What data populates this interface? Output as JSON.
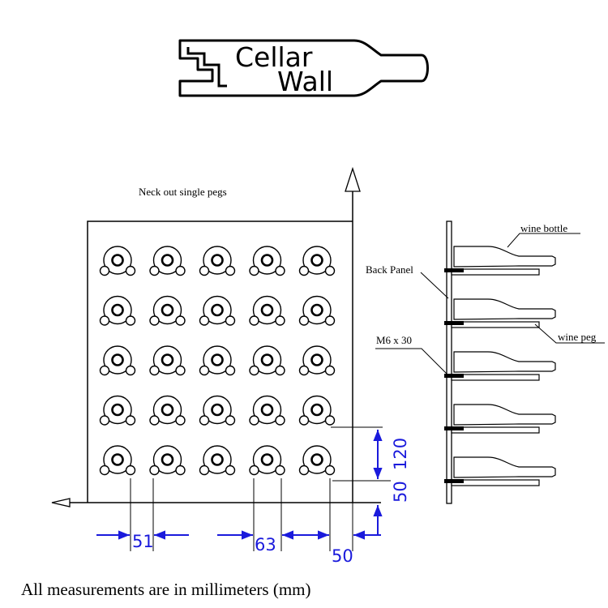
{
  "logo": {
    "line1": "Cellar",
    "line2": "Wall"
  },
  "front_view": {
    "title": "Neck out single pegs",
    "rows": 5,
    "cols": 5
  },
  "side_view": {
    "labels": {
      "bottle": "wine bottle",
      "panel": "Back Panel",
      "bolt": "M6 x 30",
      "peg": "wine peg"
    }
  },
  "dimensions": {
    "d1": "51",
    "d2": "63",
    "d3": "50",
    "v1": "120",
    "v2": "50"
  },
  "footer": "All measurements are in millimeters (mm)",
  "colors": {
    "line": "#000000",
    "dimension": "#1a1adc"
  }
}
